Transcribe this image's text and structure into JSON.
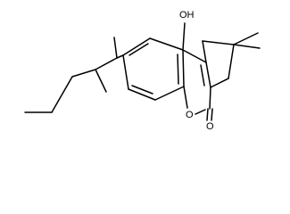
{
  "structure": {
    "atoms": {
      "hydroxyl": "OH",
      "ring_oxygen": "O",
      "carbonyl_oxygen": "O"
    },
    "colors": {
      "bond": "#000000",
      "label": "#000000",
      "background": "#ffffff"
    }
  }
}
